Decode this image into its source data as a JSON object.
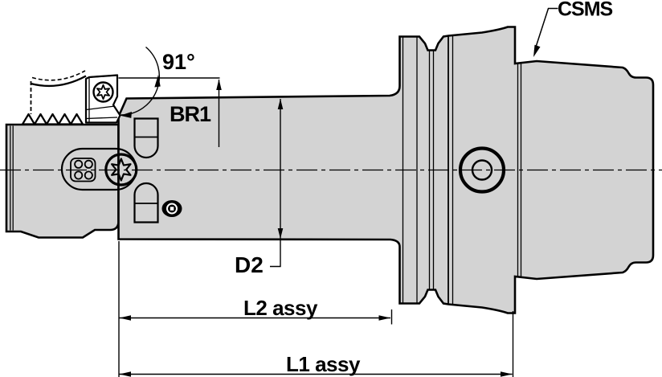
{
  "labels": {
    "csms": "CSMS",
    "angle": "91°",
    "br1": "BR1",
    "d2": "D2",
    "l2_assy": "L2 assy",
    "l1_assy": "L1 assy"
  },
  "colors": {
    "part_fill": "#d3d3d3",
    "line": "#000000",
    "background": "#ffffff"
  }
}
